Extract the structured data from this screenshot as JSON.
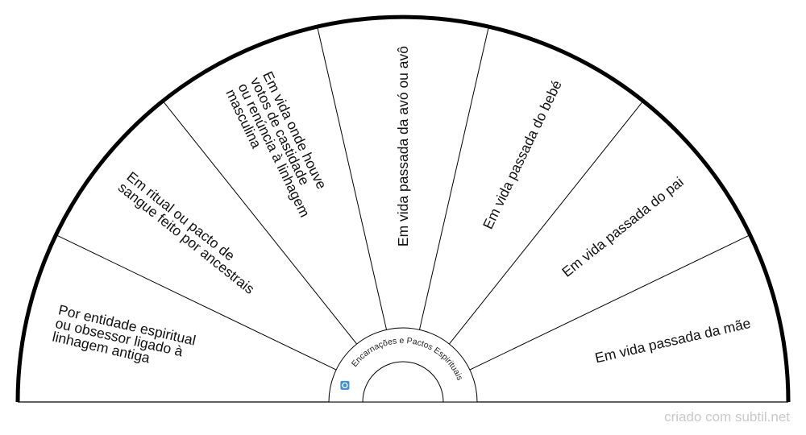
{
  "chart_data": {
    "type": "pendulum-chart",
    "hub_label": "Encarnações e Pactos Espirituais",
    "hub_icon": "logo-icon",
    "hub_icon_color": "#3a8fd6",
    "segments": [
      {
        "lines": [
          "Em vida passada da mãe"
        ]
      },
      {
        "lines": [
          "Em vida passada do pai"
        ]
      },
      {
        "lines": [
          "Em vida passada do bebé"
        ]
      },
      {
        "lines": [
          "Em vida passada da avó ou avô"
        ]
      },
      {
        "lines": [
          "Em vida onde houve",
          "votos de castidade",
          "ou renúncia à linhagem",
          "masculina"
        ]
      },
      {
        "lines": [
          "Em ritual ou pacto de",
          "sangue feito por ancestrais"
        ]
      },
      {
        "lines": [
          "Por entidade espiritual",
          "ou obsessor ligado à",
          "linhagem antiga"
        ]
      }
    ]
  },
  "watermark": "criado com subtil.net"
}
